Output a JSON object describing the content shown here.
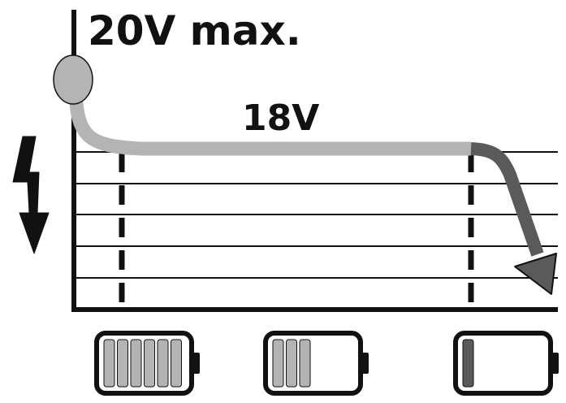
{
  "labels": {
    "max_voltage": "20V max.",
    "nominal_voltage": "18V"
  },
  "icons": {
    "voltage": "lightning-bolt-down-icon",
    "battery_full": "battery-full-icon",
    "battery_half": "battery-half-icon",
    "battery_low": "battery-low-icon"
  },
  "batteries": [
    {
      "name": "full",
      "bars": 6,
      "level": 1.0
    },
    {
      "name": "half",
      "bars": 3,
      "level": 0.5
    },
    {
      "name": "low",
      "bars": 1,
      "level": 0.17
    }
  ],
  "colors": {
    "ink": "#111111",
    "curve_plateau": "#b4b4b4",
    "curve_drop": "#5a5a5a",
    "battery_bar_full": "#b4b4b4",
    "battery_bar_low": "#5a5a5a"
  }
}
